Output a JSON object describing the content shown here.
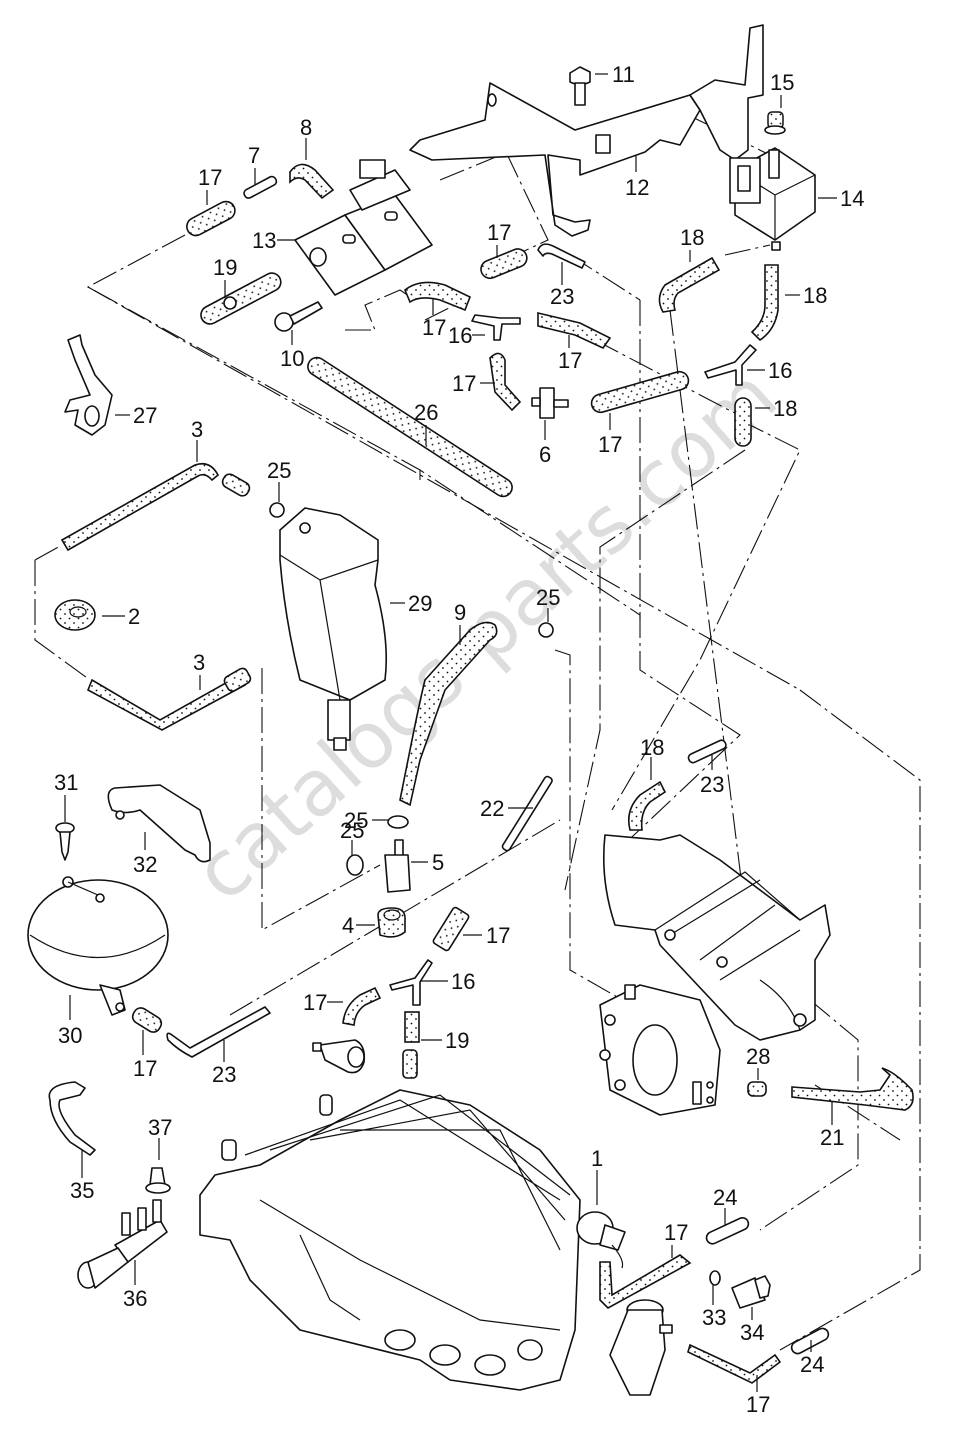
{
  "diagram": {
    "title": "Vacuum hoses / evaporative emission parts exploded view",
    "watermark": "catalogs-parts.com",
    "line_color": "#111111",
    "background_color": "#ffffff",
    "watermark_color": "#cfcfcf"
  },
  "callouts": [
    {
      "id": "c11",
      "label": "11"
    },
    {
      "id": "c15",
      "label": "15"
    },
    {
      "id": "c8",
      "label": "8"
    },
    {
      "id": "c7",
      "label": "7"
    },
    {
      "id": "c17a",
      "label": "17"
    },
    {
      "id": "c12",
      "label": "12"
    },
    {
      "id": "c14",
      "label": "14"
    },
    {
      "id": "c13",
      "label": "13"
    },
    {
      "id": "c17b",
      "label": "17"
    },
    {
      "id": "c23a",
      "label": "23"
    },
    {
      "id": "c18a",
      "label": "18"
    },
    {
      "id": "c19a",
      "label": "19"
    },
    {
      "id": "c18b",
      "label": "18"
    },
    {
      "id": "c17c",
      "label": "17"
    },
    {
      "id": "c16a",
      "label": "16"
    },
    {
      "id": "c17d",
      "label": "17"
    },
    {
      "id": "c10",
      "label": "10"
    },
    {
      "id": "c16b",
      "label": "16"
    },
    {
      "id": "c17e",
      "label": "17"
    },
    {
      "id": "c27",
      "label": "27"
    },
    {
      "id": "c18c",
      "label": "18"
    },
    {
      "id": "c26",
      "label": "26"
    },
    {
      "id": "c6",
      "label": "6"
    },
    {
      "id": "c17f",
      "label": "17"
    },
    {
      "id": "c3a",
      "label": "3"
    },
    {
      "id": "c25a",
      "label": "25"
    },
    {
      "id": "c2",
      "label": "2"
    },
    {
      "id": "c29",
      "label": "29"
    },
    {
      "id": "c9",
      "label": "9"
    },
    {
      "id": "c25b",
      "label": "25"
    },
    {
      "id": "c3b",
      "label": "3"
    },
    {
      "id": "c18d",
      "label": "18"
    },
    {
      "id": "c23b",
      "label": "23"
    },
    {
      "id": "c31",
      "label": "31"
    },
    {
      "id": "c22",
      "label": "22"
    },
    {
      "id": "c32",
      "label": "32"
    },
    {
      "id": "c25c",
      "label": "25"
    },
    {
      "id": "c5",
      "label": "5"
    },
    {
      "id": "c25d",
      "label": "25"
    },
    {
      "id": "c4",
      "label": "4"
    },
    {
      "id": "c17g",
      "label": "17"
    },
    {
      "id": "c16c",
      "label": "16"
    },
    {
      "id": "c30",
      "label": "30"
    },
    {
      "id": "c17h",
      "label": "17"
    },
    {
      "id": "c19b",
      "label": "19"
    },
    {
      "id": "c17i",
      "label": "17"
    },
    {
      "id": "c23c",
      "label": "23"
    },
    {
      "id": "c28",
      "label": "28"
    },
    {
      "id": "c21",
      "label": "21"
    },
    {
      "id": "c35",
      "label": "35"
    },
    {
      "id": "c37",
      "label": "37"
    },
    {
      "id": "c1",
      "label": "1"
    },
    {
      "id": "c24a",
      "label": "24"
    },
    {
      "id": "c17j",
      "label": "17"
    },
    {
      "id": "c36",
      "label": "36"
    },
    {
      "id": "c33",
      "label": "33"
    },
    {
      "id": "c34",
      "label": "34"
    },
    {
      "id": "c24b",
      "label": "24"
    },
    {
      "id": "c17k",
      "label": "17"
    }
  ]
}
